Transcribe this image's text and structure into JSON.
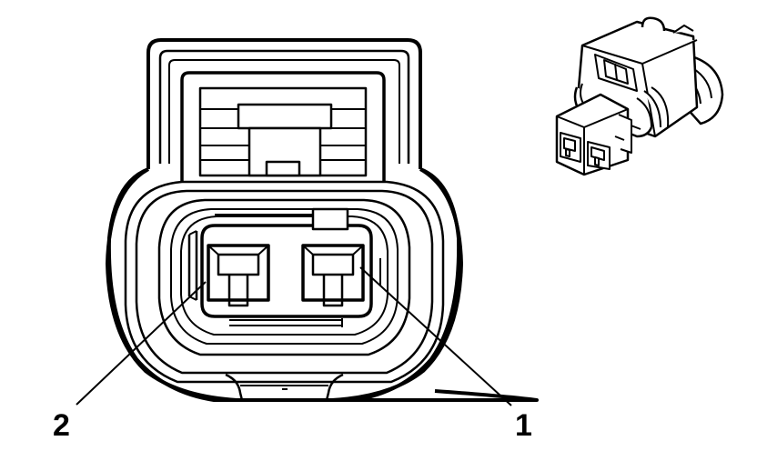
{
  "diagram": {
    "pin_labels": [
      {
        "id": "pin-2",
        "text": "2"
      },
      {
        "id": "pin-1",
        "text": "1"
      }
    ]
  },
  "colors": {
    "line": "#000000",
    "background": "#ffffff"
  }
}
